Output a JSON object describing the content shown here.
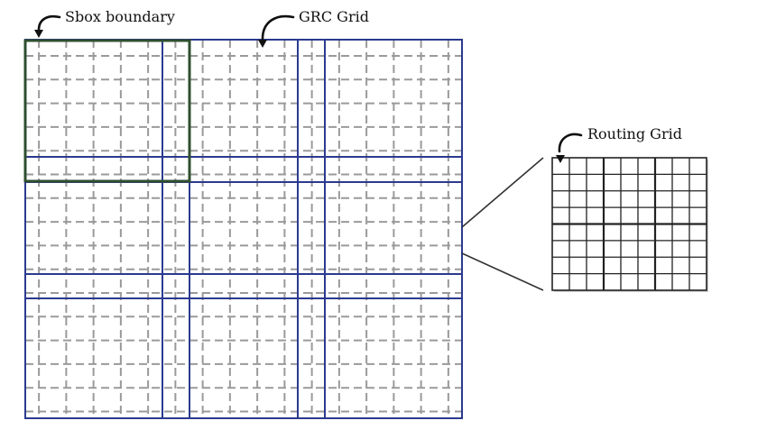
{
  "labels": {
    "sbox_boundary": "Sbox boundary",
    "grc_grid": "GRC Grid",
    "routing_grid": "Routing Grid"
  },
  "colors": {
    "grc_line": "#2b3a8f",
    "sbox_line": "#2f4f2f",
    "dashed_grid": "#9a9a9a",
    "routing_line": "#222222",
    "text": "#111111"
  }
}
